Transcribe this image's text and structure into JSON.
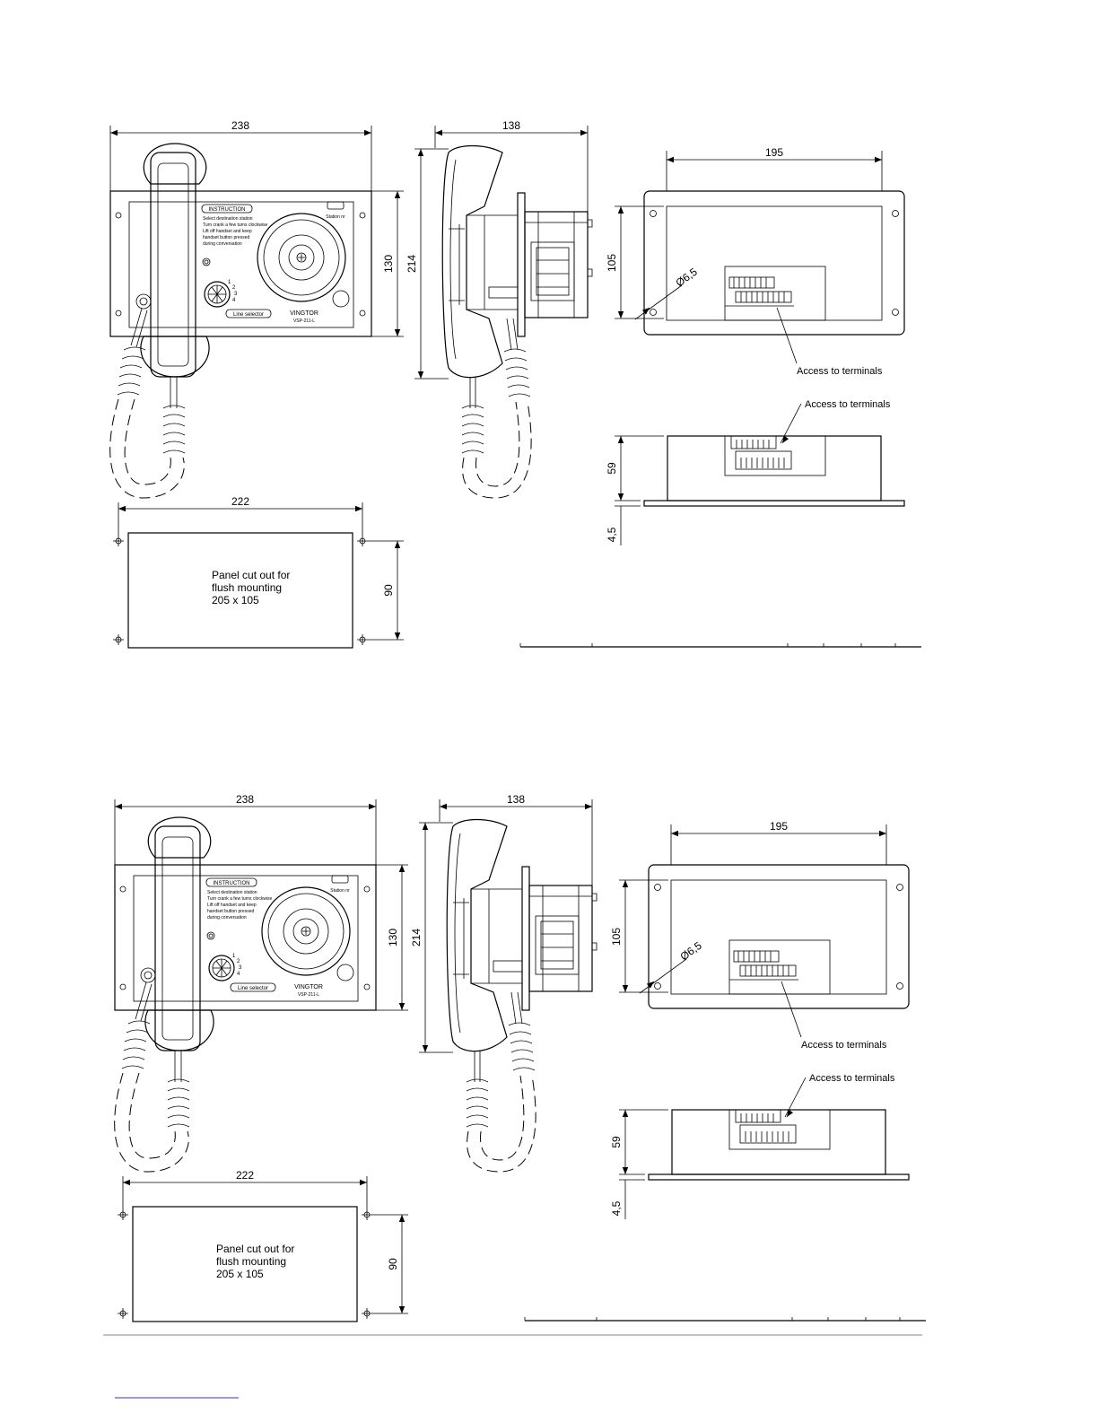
{
  "labels": {
    "panel_width": "238",
    "depth": "138",
    "mount_spacing": "195",
    "panel_height": "130",
    "handset_height": "214",
    "mount_height": "105",
    "hole_diameter": "Ø6,5",
    "access_terminals": "Access to terminals",
    "box_depth": "59",
    "plate_thickness": "4,5",
    "cutout_width": "222",
    "cutout_height": "90",
    "cutout_line1": "Panel cut out for",
    "cutout_line2": "flush mounting",
    "cutout_line3": "205 x 105",
    "instruction_title": "INSTRUCTION",
    "instruction_lines": [
      "Select destination station",
      "Turn crank a few turns clockwise",
      "Lift off handset and keep",
      "handset button pressed",
      "during conversation"
    ],
    "station_label": "Station nr",
    "brand": "VINGTOR",
    "model": "VSP-211-L",
    "line_selector": "Line selector",
    "dial_digits": [
      "1",
      "2",
      "3",
      "4"
    ]
  },
  "colors": {
    "line": "#000000",
    "footer_rule": "#b8aaa8",
    "footer_link": "#3333cc"
  }
}
